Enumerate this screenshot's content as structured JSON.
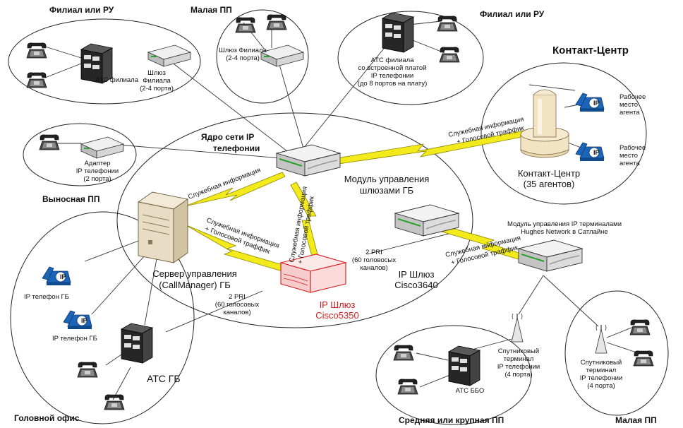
{
  "labels": {
    "branch_pbx_top_left": "Филиал или РУ",
    "small_branch_top": "Малая ПП",
    "branch_pbx_top_right": "Филиал или РУ",
    "contact_center_title": "Контакт-Центр",
    "remote_site": "Выносная ПП",
    "core": [
      "Ядро сети IP",
      "телефонии"
    ],
    "head_office": "Головной офис",
    "medium_site": "Средняя или крупная ПП",
    "small_site_br": "Малая ПП"
  },
  "devices": {
    "pbx_branch_tl": "АТС филиала",
    "gw_branch_tl": [
      "Шлюз",
      "Филиала",
      "(2-4 порта)"
    ],
    "gw_branch_top": [
      "Шлюз Филиала",
      "(2-4 порта)"
    ],
    "pbx_branch_tr": [
      "АТС филиала",
      "со встроенной платой",
      "IP телефонии",
      "(до 8 портов на плату)"
    ],
    "agent_ws_1": [
      "Рабочее",
      "место",
      "агента"
    ],
    "agent_ws_2": [
      "Рабочее",
      "место",
      "агента"
    ],
    "contact_center": [
      "Контакт-Центр",
      "(35 агентов)"
    ],
    "ip_adapter": [
      "Адаптер",
      "IP телефонии",
      "(2 порта)"
    ],
    "gw_module": [
      "Модуль управления",
      "шлюзами ГБ"
    ],
    "term_module": [
      "Модуль управления IP терминалами",
      "Hughes Network в Сатлайне"
    ],
    "callmanager": [
      "Сервер управления",
      "(CallManager) ГБ"
    ],
    "pri_1": [
      "2 PRI",
      "(60 головосых",
      "каналов)"
    ],
    "pri_2": [
      "2 PRI",
      "(60 голосовых",
      "каналов)"
    ],
    "gw_3640": [
      "IP Шлюз",
      "Cisco3640"
    ],
    "gw_5350": [
      "IP Шлюз",
      "Cisco5350"
    ],
    "ip_phone_1": "IP телефон ГБ",
    "ip_phone_2": "IP телефон ГБ",
    "pbx_hq": "АТС ГБ",
    "pbx_bbo": "АТС ББО",
    "sat_1": [
      "Спутниковый",
      "терминал",
      "IP телефонии",
      "(4 порта)"
    ],
    "sat_2": [
      "Спутниковый",
      "терминал",
      "IP телефонии",
      "(4 порта)"
    ],
    "ip_badge": "IP"
  },
  "links": {
    "service": "Служебная информация",
    "service_voice": [
      "Служебная информация",
      "+ Голосовой траффик"
    ],
    "service_voice_cc": [
      "Служебная информация",
      "+ Голосовой траффик"
    ],
    "service_voice_vertical": [
      "Служебная информация",
      "+ Голосовой траффик"
    ],
    "service_voice_sat": [
      "Служебная информация",
      "+ Голосовой траффик"
    ]
  },
  "colors": {
    "lightning": "#f2ea1a",
    "lightning_stroke": "#8a8400",
    "highlight": "#d41e1e",
    "ip_phone": "#1b64b8",
    "device_gray": "#d8d8d8",
    "pbx_dark": "#2e2e2e",
    "server_beige": "#e8ddc4",
    "contact_pillar": "#f2e3c2"
  }
}
